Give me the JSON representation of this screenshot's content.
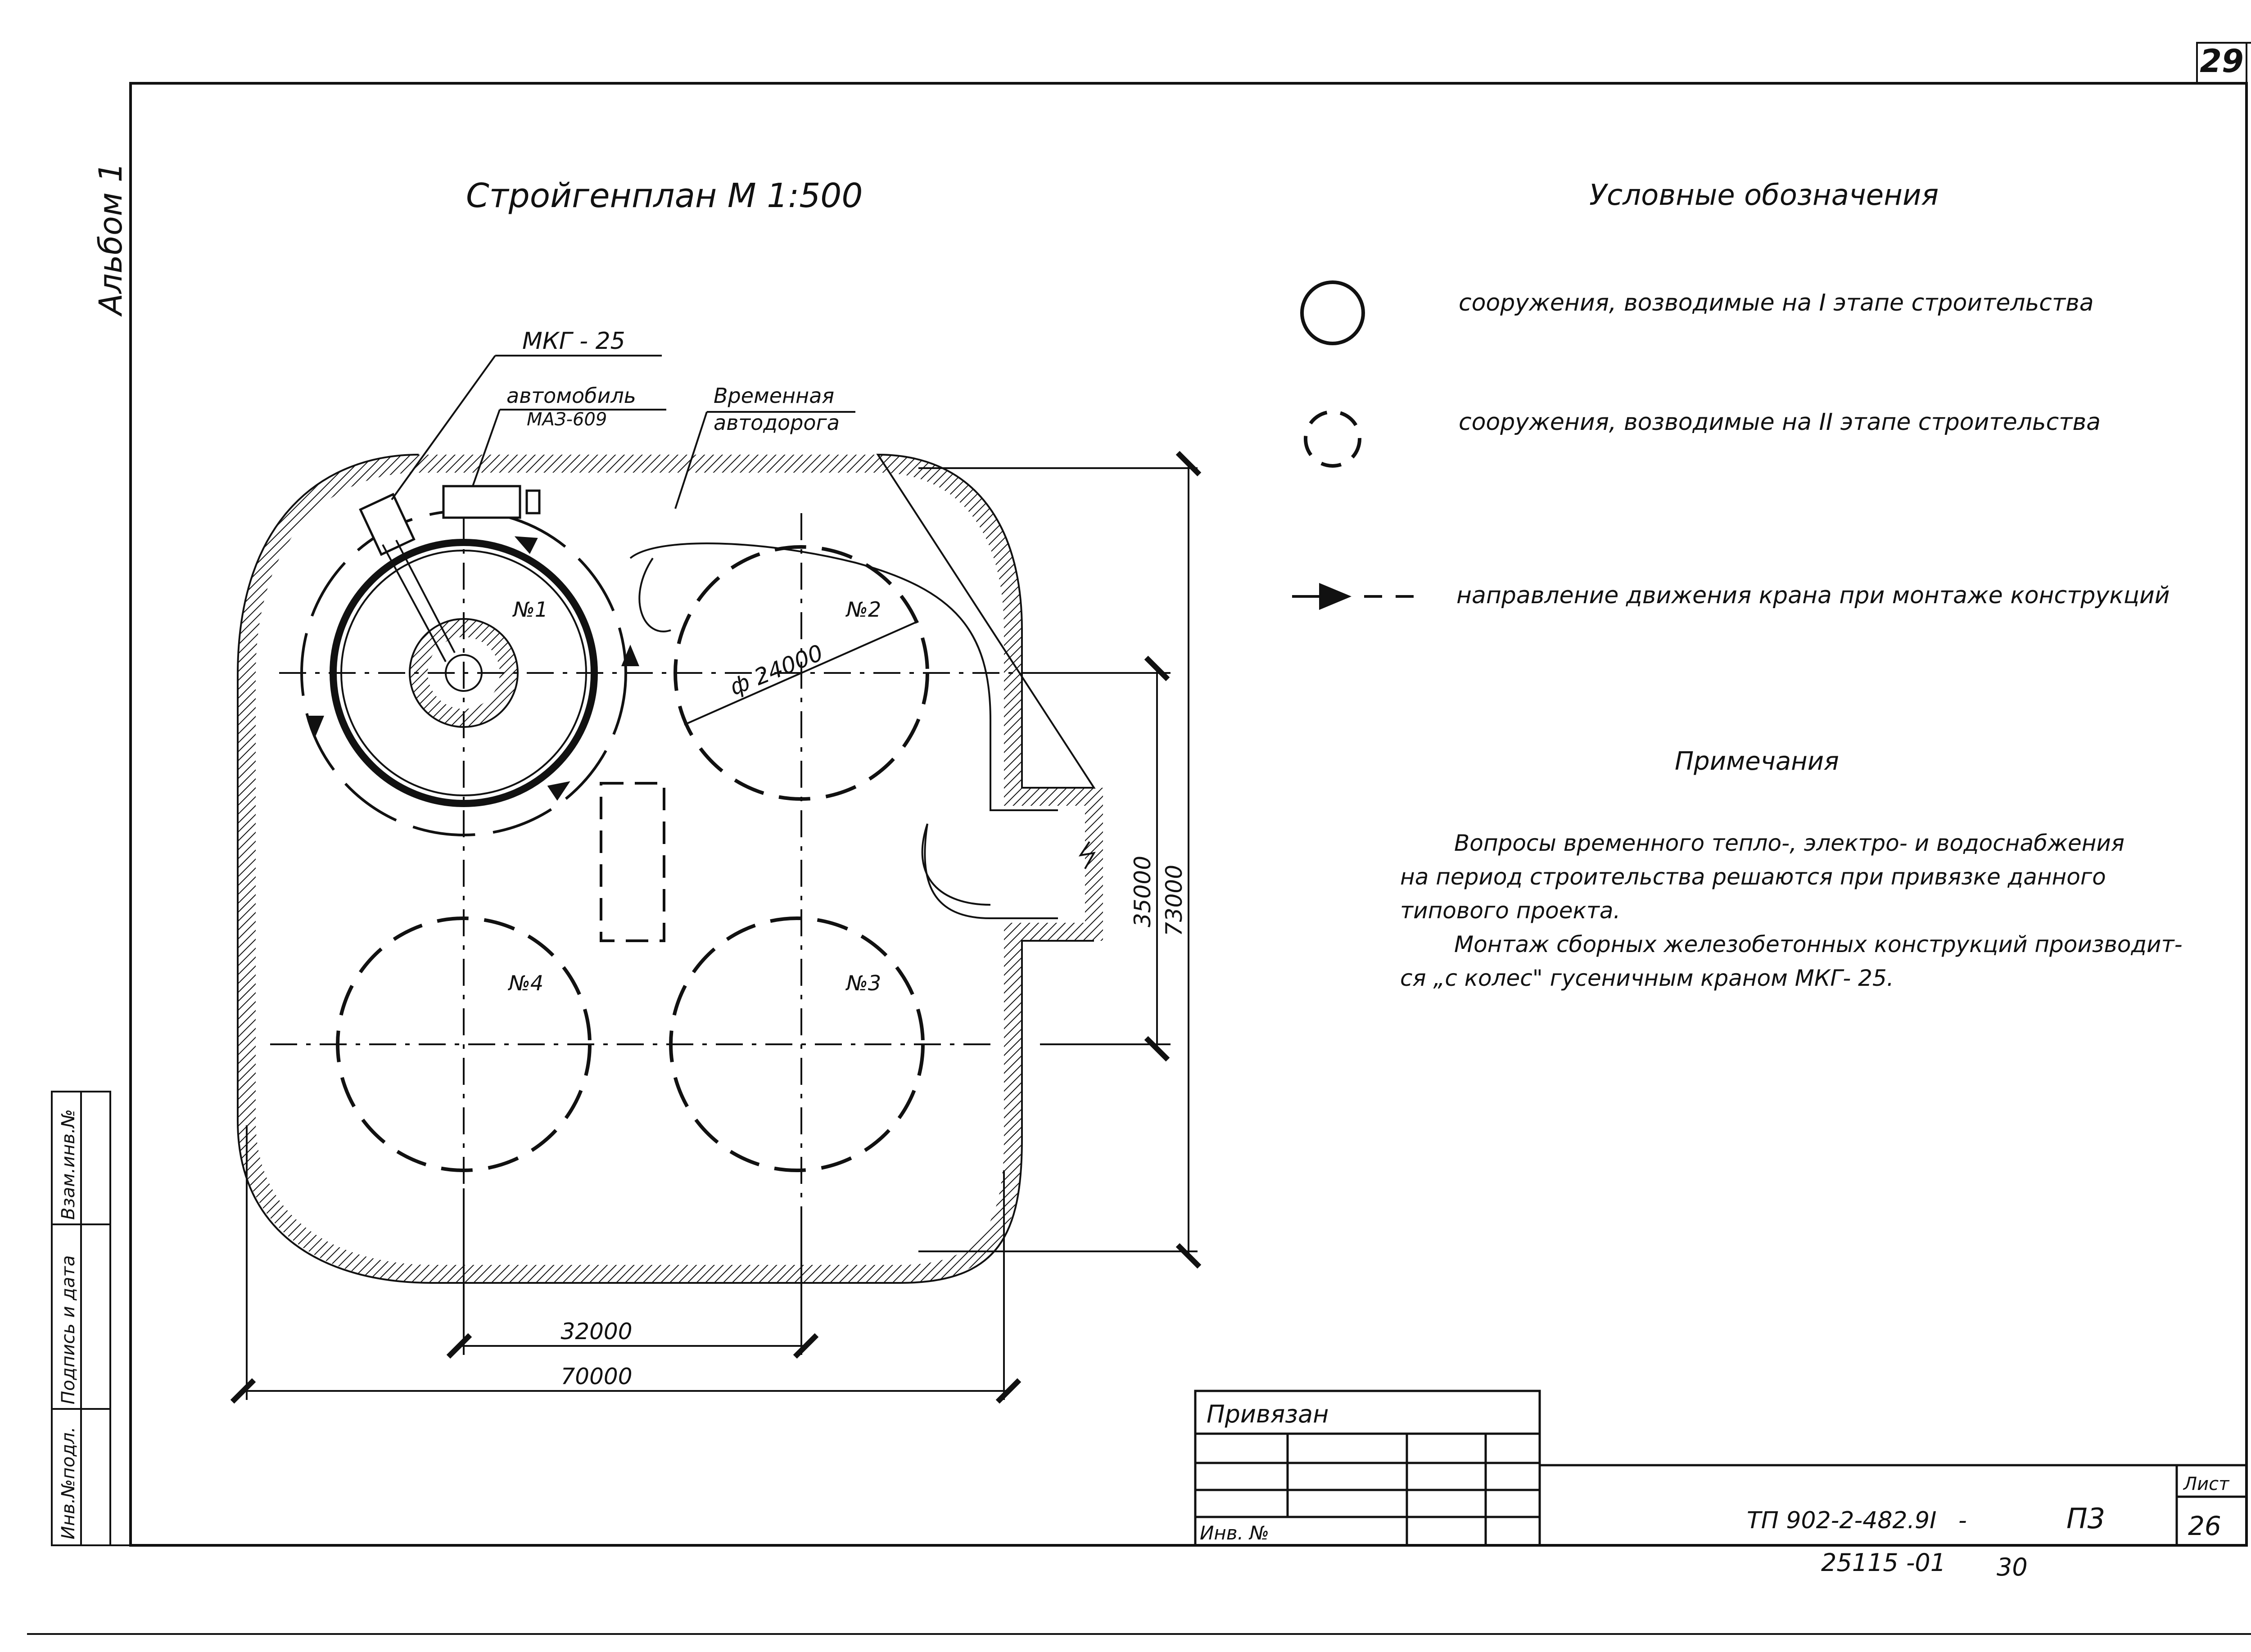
{
  "sheet": {
    "page_number": "29",
    "album": "Альбом 1",
    "title": "Стройгенплан М 1:500"
  },
  "plan": {
    "crane_label": "МКГ - 25",
    "truck_label": "автомобиль",
    "truck_model": "МАЗ-609",
    "road_label_1": "Временная",
    "road_label_2": "автодорога",
    "structures": [
      "№1",
      "№2",
      "№3",
      "№4"
    ],
    "diameter_label": "ф 24000",
    "dim_32000": "32000",
    "dim_70000": "70000",
    "dim_35000": "35000",
    "dim_73000": "73000"
  },
  "legend": {
    "title": "Условные обозначения",
    "items": [
      {
        "symbol": "solid-circle",
        "text": "сооружения, возводимые на I этапе строительства"
      },
      {
        "symbol": "dashed-circle",
        "text": "сооружения, возводимые на II этапе строительства"
      },
      {
        "symbol": "arrow-dashed-line",
        "text": "направление движения крана при монтаже конструкций"
      }
    ]
  },
  "notes": {
    "title": "Примечания",
    "lines": [
      "Вопросы временного тепло-, электро- и водоснабжения",
      "на период строительства решаются при привязке данного",
      "типового проекта.",
      "Монтаж сборных железобетонных конструкций производит-",
      "ся „с колес\" гусеничным краном МКГ- 25."
    ]
  },
  "stamp": {
    "tied_label": "Привязан",
    "inv_label": "Инв. №",
    "doc_code": "ТП 902-2-482.9I",
    "dash": "-",
    "section": "П3",
    "sheet_label": "Лист",
    "sheet_number": "26",
    "bottom_code": "25115 -01",
    "bottom_number": "30"
  },
  "side_stamp": {
    "cells": [
      "Инв.№подл.",
      "Подпись и дата",
      "Взам.инв.№"
    ]
  }
}
